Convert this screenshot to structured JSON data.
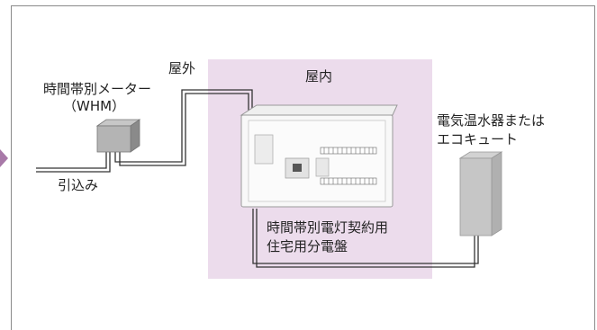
{
  "labels": {
    "outdoor": "屋外",
    "indoor": "屋内",
    "meter_line1": "時間帯別メーター",
    "meter_line2": "（WHM）",
    "service_drop": "引込み",
    "heater_line1": "電気温水器または",
    "heater_line2": "エコキュート",
    "panel_line1": "時間帯別電灯契約用",
    "panel_line2": "住宅用分電盤"
  },
  "colors": {
    "indoor_bg": "#ecdcec",
    "frame": "#8a8a8a",
    "wire": "#333333",
    "accent_arrow": "#a879a8"
  }
}
